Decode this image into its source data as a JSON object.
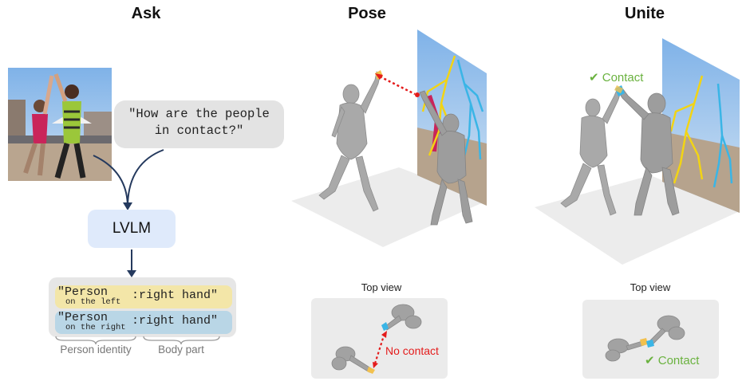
{
  "headers": {
    "ask": "Ask",
    "pose": "Pose",
    "unite": "Unite"
  },
  "question": {
    "line1": "\"How are the people",
    "line2": "in contact?\""
  },
  "model": {
    "label": "LVLM"
  },
  "output": {
    "row1": {
      "open": "\"Person",
      "sub": "on the left",
      "part": ":right hand\""
    },
    "row2": {
      "open": "\"Person",
      "sub": "on the right",
      "part": ":right hand\""
    },
    "brace_labels": {
      "identity": "Person identity",
      "part": "Body part"
    }
  },
  "pose_panel": {
    "top_view_title": "Top view",
    "status": "No contact"
  },
  "unite_panel": {
    "top_view_title": "Top view",
    "status_top": "Contact",
    "status_bottom": "Contact"
  },
  "colors": {
    "red": "#e41b1b",
    "green": "#6ab23f",
    "yellow": "#f3e6a8",
    "blue": "#b9d6e6",
    "lvlm_bg": "#dfeafb",
    "arrow": "#253a5e",
    "skeleton_yellow": "#f2d414",
    "skeleton_blue": "#3ab5e6"
  },
  "icons": [
    "check-icon",
    "photo",
    "3d-body-mesh"
  ]
}
